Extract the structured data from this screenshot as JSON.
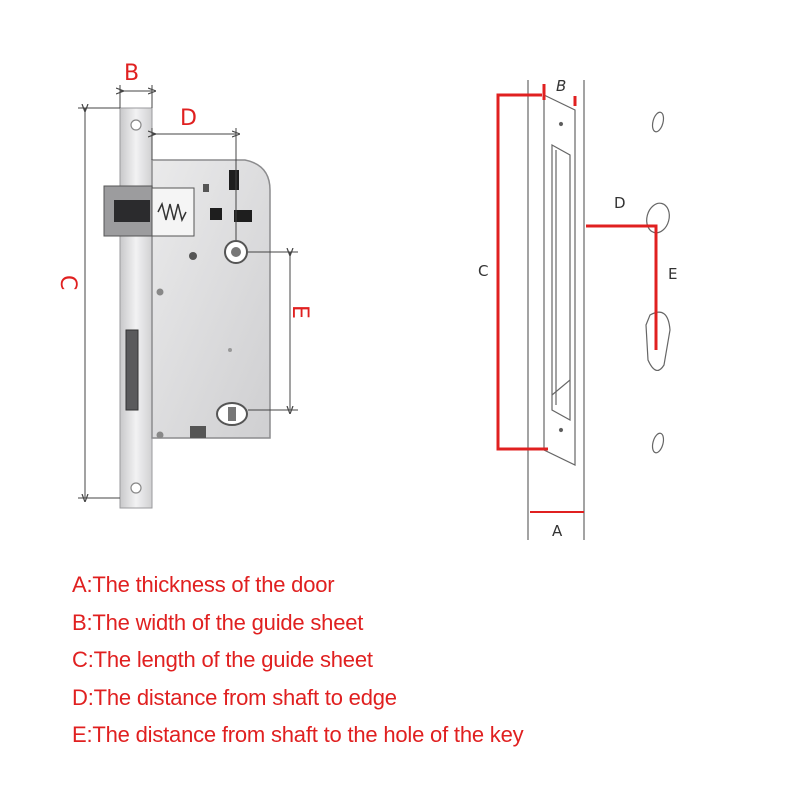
{
  "labels": {
    "left": {
      "A": "",
      "B": "B",
      "C": "C",
      "D": "D",
      "E": "E"
    },
    "right": {
      "A": "A",
      "B": "B",
      "C": "C",
      "D": "D",
      "E": "E"
    }
  },
  "legend": [
    "A:The thickness of the door",
    "B:The width of the guide sheet",
    "C:The length of the guide sheet",
    "D:The distance from shaft to edge",
    "E:The distance from shaft to the hole of the key"
  ],
  "colors": {
    "accent": "#e02020",
    "dimension_line": "#444444",
    "lock_body": "#d9d9db",
    "faceplate": "#eeeeef"
  }
}
